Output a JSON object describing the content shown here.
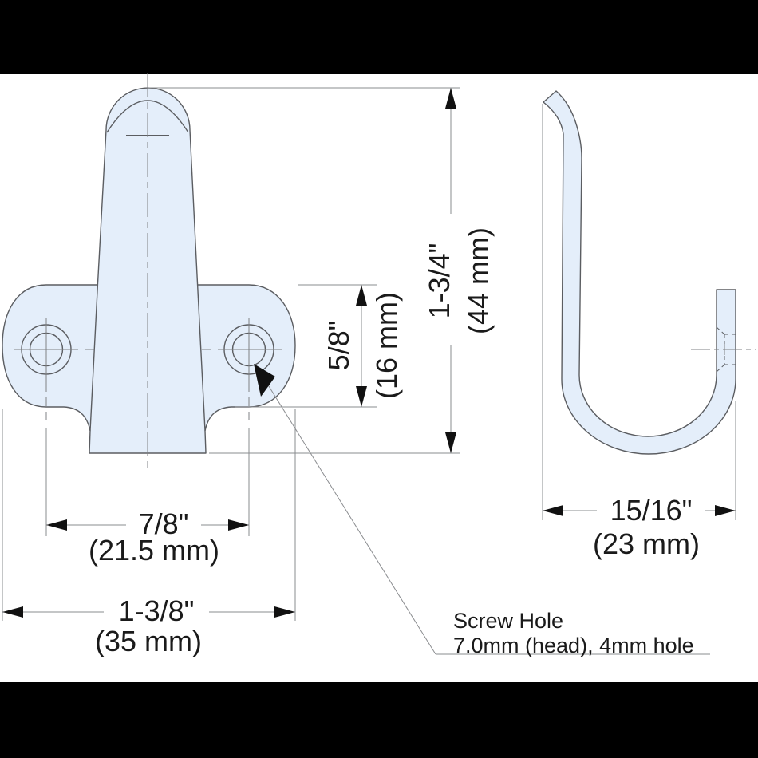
{
  "drawing": {
    "colors": {
      "part_fill": "#e4eefa",
      "outline": "#5b5d61",
      "dimension_lines": "#8a8c8f",
      "text": "#1a1a1a",
      "letterbox": "#000000",
      "paper": "#ffffff"
    },
    "dimensions": {
      "overall_height": {
        "inch": "1-3/4\"",
        "mm": "(44 mm)"
      },
      "plate_height": {
        "inch": "5/8\"",
        "mm": "(16 mm)"
      },
      "hole_spacing": {
        "inch": "7/8\"",
        "mm": "(21.5 mm)"
      },
      "overall_width": {
        "inch": "1-3/8\"",
        "mm": "(35 mm)"
      },
      "hook_depth": {
        "inch": "15/16\"",
        "mm": "(23 mm)"
      }
    },
    "note": {
      "line1": "Screw Hole",
      "line2": "7.0mm (head), 4mm hole"
    }
  }
}
